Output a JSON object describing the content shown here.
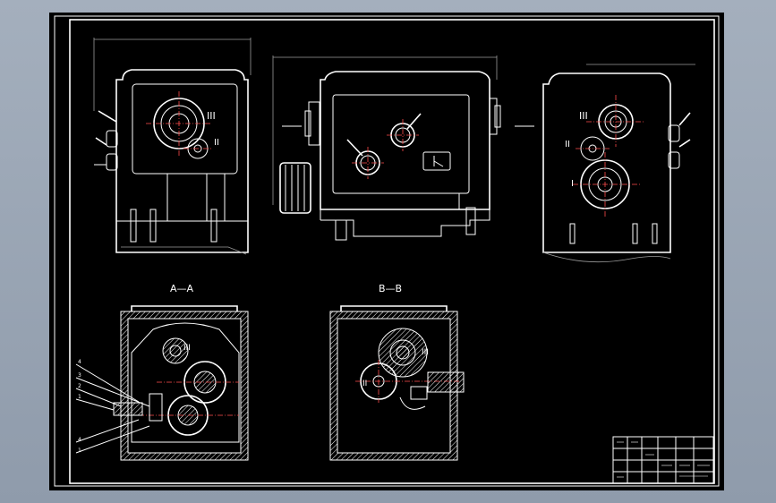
{
  "window": {
    "title": ""
  },
  "views": {
    "section_a": {
      "label": "A—A"
    },
    "section_b": {
      "label": "B—B"
    }
  },
  "shaft_labels": {
    "front_III": "III",
    "front_II": "II",
    "right_III": "III",
    "right_II": "II",
    "right_I": "I",
    "secA_III": "III",
    "secB_III": "III",
    "secB_II": "II"
  },
  "callouts": [
    "4",
    "3",
    "2",
    "1",
    "4",
    "1"
  ],
  "colors": {
    "background": "#000000",
    "frame": "#ffffff",
    "centerline": "#ff4d4d",
    "chrome": "#9aa5b5"
  }
}
